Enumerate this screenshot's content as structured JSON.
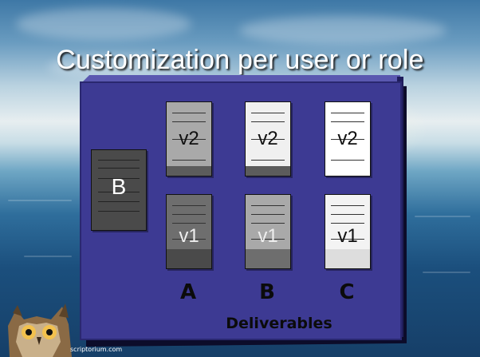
{
  "slide": {
    "title": "Customization per user or role",
    "credit": "scriptorium.com"
  },
  "diagram": {
    "source_doc": {
      "label": "B",
      "fill": "#4a4a4a",
      "text_color": "#ffffff"
    },
    "version_docs": [
      {
        "id": "A-v2",
        "label": "v2",
        "fill": "#a9a9a9",
        "band": "#5c5c5c"
      },
      {
        "id": "B-v2",
        "label": "v2",
        "fill": "#f0f0f0",
        "band": "#5c5c5c"
      },
      {
        "id": "C-v2",
        "label": "v2",
        "fill": "#ffffff",
        "band": "#ffffff"
      },
      {
        "id": "A-v1",
        "label": "v1",
        "fill": "#6e6e6e",
        "band": "#4a4a4a",
        "text_color": "#eeeeee"
      },
      {
        "id": "B-v1",
        "label": "v1",
        "fill": "#a9a9a9",
        "band": "#6e6e6e",
        "text_color": "#eeeeee"
      },
      {
        "id": "C-v1",
        "label": "v1",
        "fill": "#f3f3f3",
        "band": "#dddddd"
      }
    ],
    "columns": [
      "A",
      "B",
      "C"
    ],
    "footer_label": "Deliverables"
  },
  "colors": {
    "board": "#3d3a93",
    "board_edge": "#1f1d5c"
  }
}
